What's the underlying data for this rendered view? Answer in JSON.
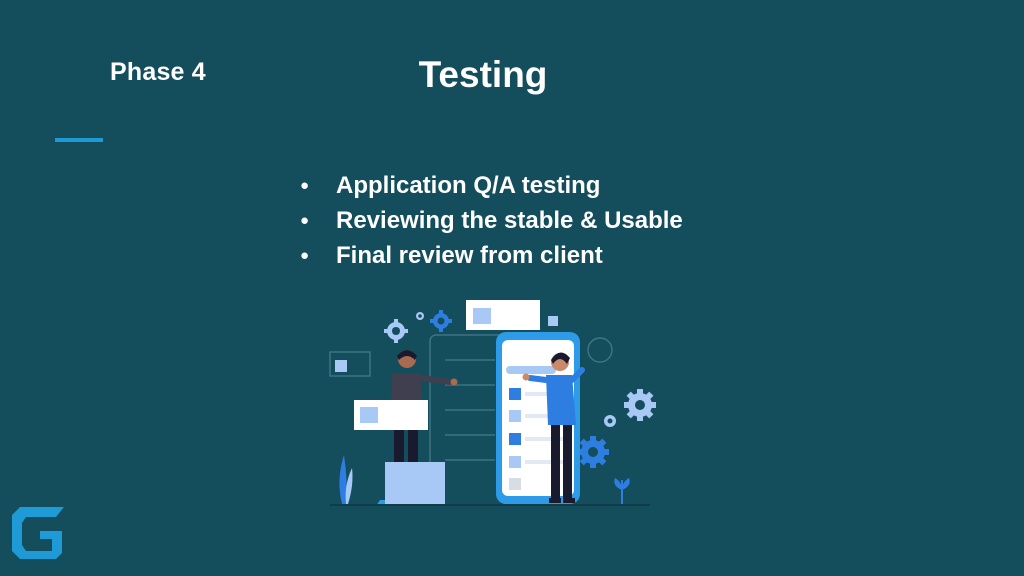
{
  "slide": {
    "phase": "Phase 4",
    "title": "Testing",
    "bullets": [
      "Application Q/A testing",
      "Reviewing the stable & Usable",
      "Final review from client"
    ],
    "bullet_marker": "●"
  },
  "colors": {
    "background": "#144d5c",
    "text": "#ffffff",
    "accent": "#1e9ad6",
    "illustration_blue": "#2e7de0",
    "illustration_light_blue": "#a8c8f5"
  },
  "icons": {
    "illustration": "qa-testing-illustration",
    "logo": "company-logo"
  }
}
